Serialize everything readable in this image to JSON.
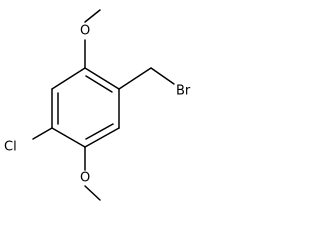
{
  "molecule": {
    "labels": {
      "top_oxygen": "O",
      "bottom_oxygen": "O",
      "chlorine": "Cl",
      "bromine": "Br"
    }
  }
}
